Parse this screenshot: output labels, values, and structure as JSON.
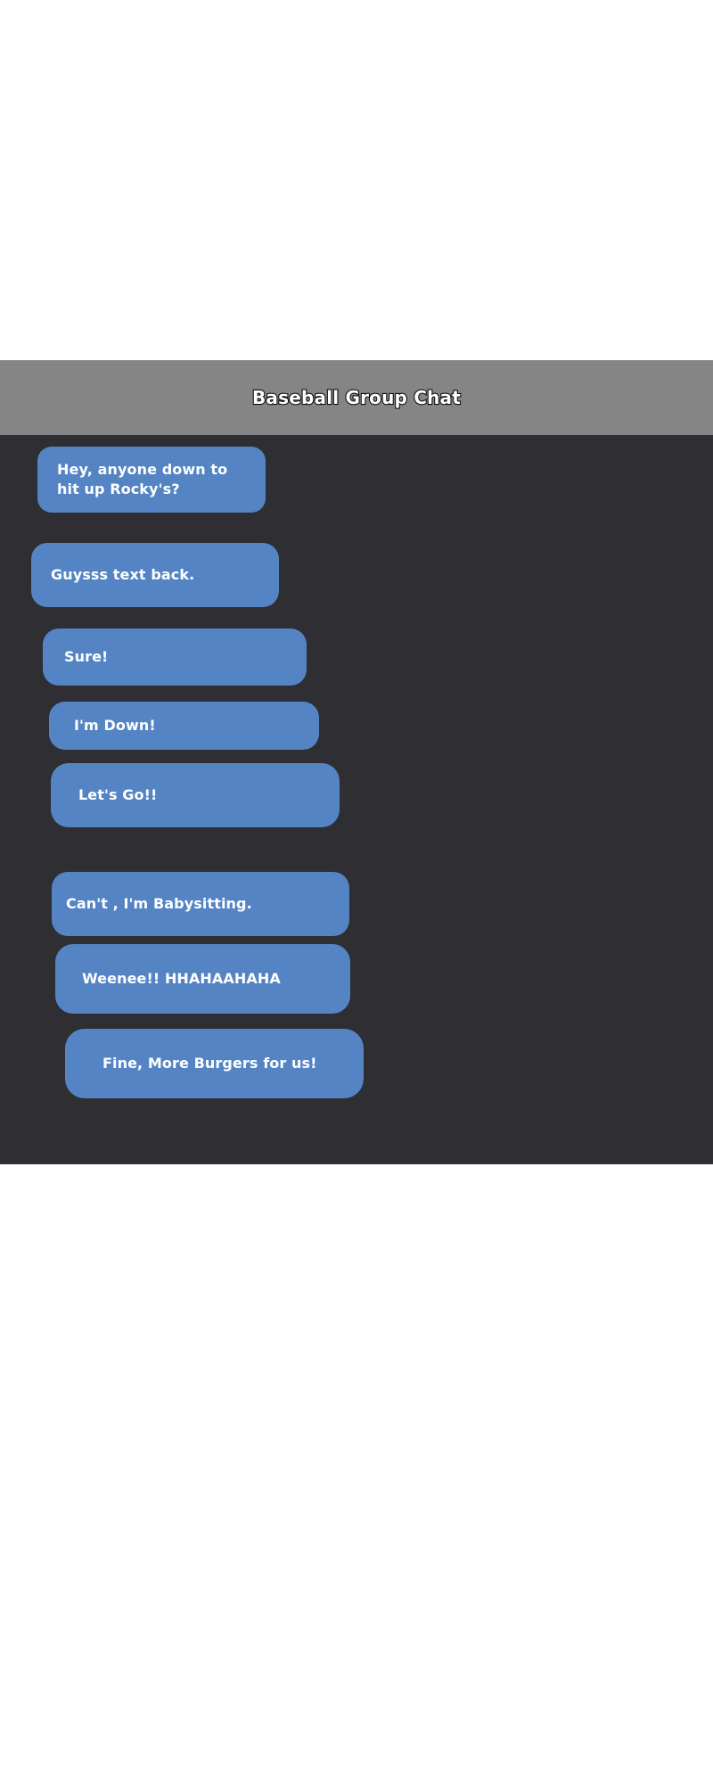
{
  "header": {
    "title": "Baseball Group Chat",
    "background_color": "#858585",
    "title_color": "#ffffff",
    "title_outline_color": "#101010"
  },
  "chat": {
    "background_color": "#2e2e33",
    "bubble_color": "#5484c4",
    "bubble_text_color": "#ffffff",
    "messages": [
      {
        "id": "m0",
        "text": "Hey, anyone down to\nhit up Rocky's?"
      },
      {
        "id": "m1",
        "text": "Guysss text back."
      },
      {
        "id": "m2",
        "text": "Sure!"
      },
      {
        "id": "m3",
        "text": "I'm Down!"
      },
      {
        "id": "m4",
        "text": "Let's Go!!"
      },
      {
        "id": "m5",
        "text": "Can't , I'm Babysitting."
      },
      {
        "id": "m6",
        "text": "Weenee!! HHAHAAHAHA"
      },
      {
        "id": "m7",
        "text": "Fine, More Burgers for us!"
      }
    ]
  }
}
